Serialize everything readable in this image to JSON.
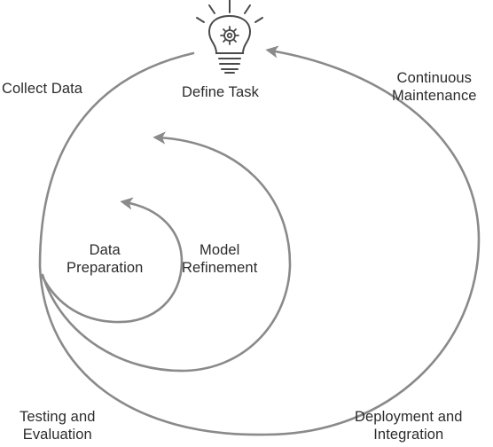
{
  "diagram": {
    "stages": {
      "define_task": "Define Task",
      "collect_data": "Collect Data",
      "continuous_maintenance": [
        "Continuous",
        "Maintenance"
      ],
      "data_preparation": [
        "Data",
        "Preparation"
      ],
      "model_refinement": [
        "Model",
        "Refinement"
      ],
      "testing_evaluation": [
        "Testing and",
        "Evaluation"
      ],
      "deployment_integration": [
        "Deployment and",
        "Integration"
      ]
    },
    "icons": {
      "top": "lightbulb-with-gear-icon"
    },
    "colors": {
      "stroke": "#8a8a8a",
      "text": "#2b2b2b"
    }
  }
}
